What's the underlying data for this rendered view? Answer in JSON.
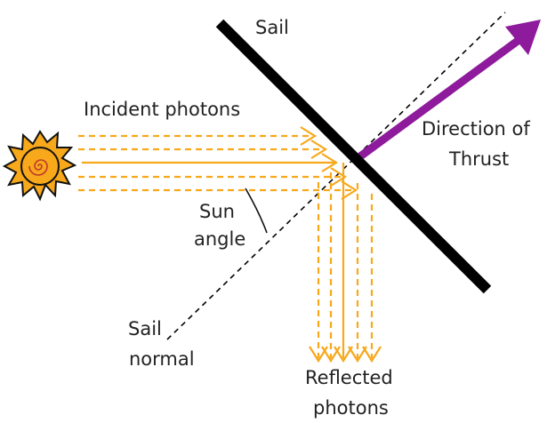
{
  "labels": {
    "sail": "Sail",
    "incident_photons": "Incident photons",
    "direction_of_thrust": [
      "Direction of",
      "Thrust"
    ],
    "sun_angle": [
      "Sun",
      "angle"
    ],
    "sail_normal": [
      "Sail",
      "normal"
    ],
    "reflected_photons": [
      "Reflected",
      "photons"
    ]
  },
  "colors": {
    "sail": "#000000",
    "photons": "#f7a81b",
    "thrust_arrow": "#8e1a9c",
    "sun_outline": "#111111",
    "sun_fill": "#f7a81b",
    "normal_line": "#000000",
    "text": "#222222"
  },
  "icons": {
    "sun": "sun-icon"
  }
}
